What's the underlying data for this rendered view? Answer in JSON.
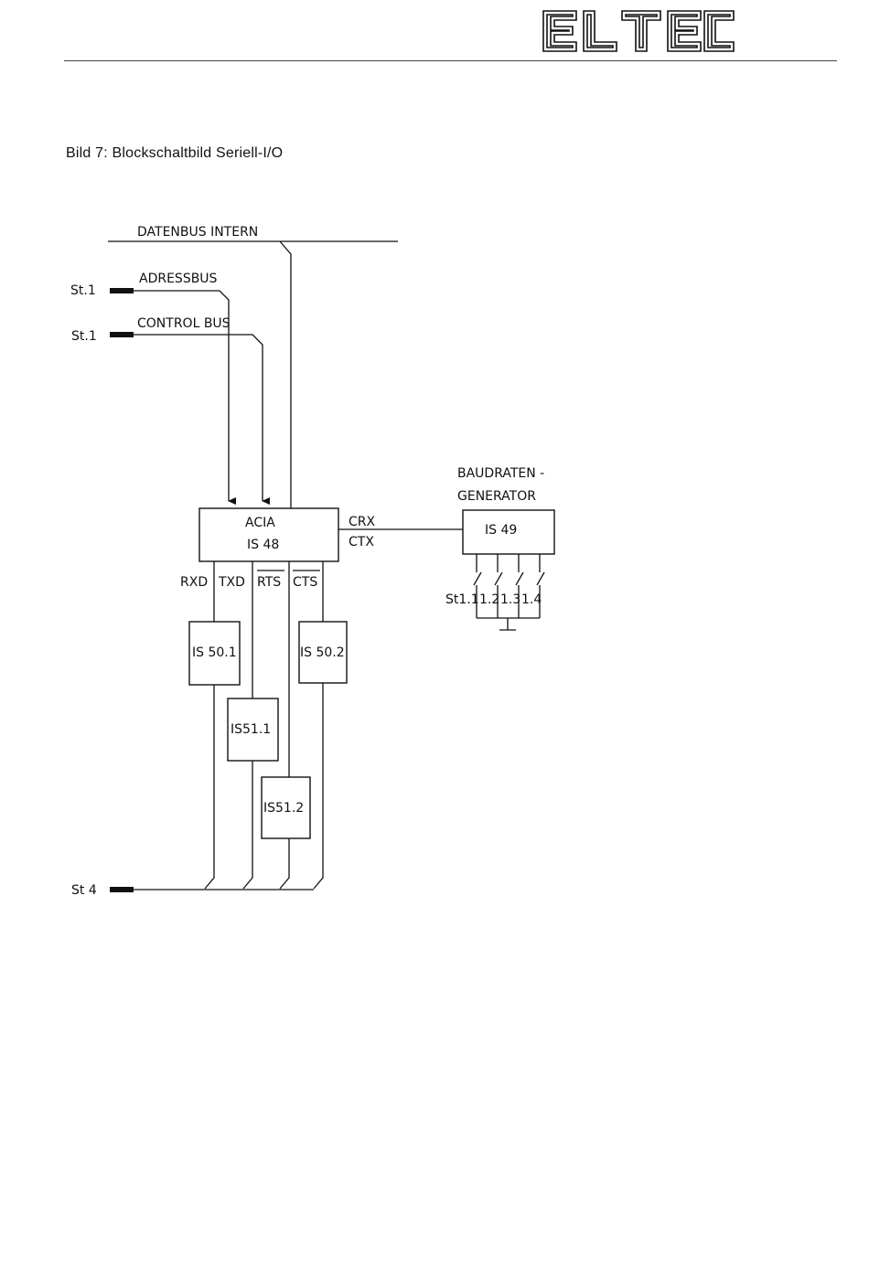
{
  "header": {
    "logo_text": "ELTEC"
  },
  "figure": {
    "caption": "Bild 7: Blockschaltbild Seriell-I/O"
  },
  "diagram": {
    "buses": {
      "datenbus": "DATENBUS INTERN",
      "adressbus": "ADRESSBUS",
      "controlbus": "CONTROL BUS"
    },
    "connectors": {
      "st1_adress": "St.1",
      "st1_control": "St.1",
      "st4": "St 4"
    },
    "acia": {
      "name": "ACIA",
      "part": "IS 48"
    },
    "acia_signals": {
      "crx": "CRX",
      "ctx": "CTX",
      "rxd": "RXD",
      "txd": "TXD",
      "rts": "RTS",
      "cts": "CTS"
    },
    "baud": {
      "title_line1": "BAUDRATEN -",
      "title_line2": "GENERATOR",
      "part": "IS 49"
    },
    "switches": {
      "s1": "St1.1",
      "s2": "1.2",
      "s3": "1.3",
      "s4": "1.4"
    },
    "drivers": {
      "is50_1": "IS 50.1",
      "is50_2": "IS 50.2",
      "is51_1": "IS51.1",
      "is51_2": "IS51.2"
    }
  }
}
